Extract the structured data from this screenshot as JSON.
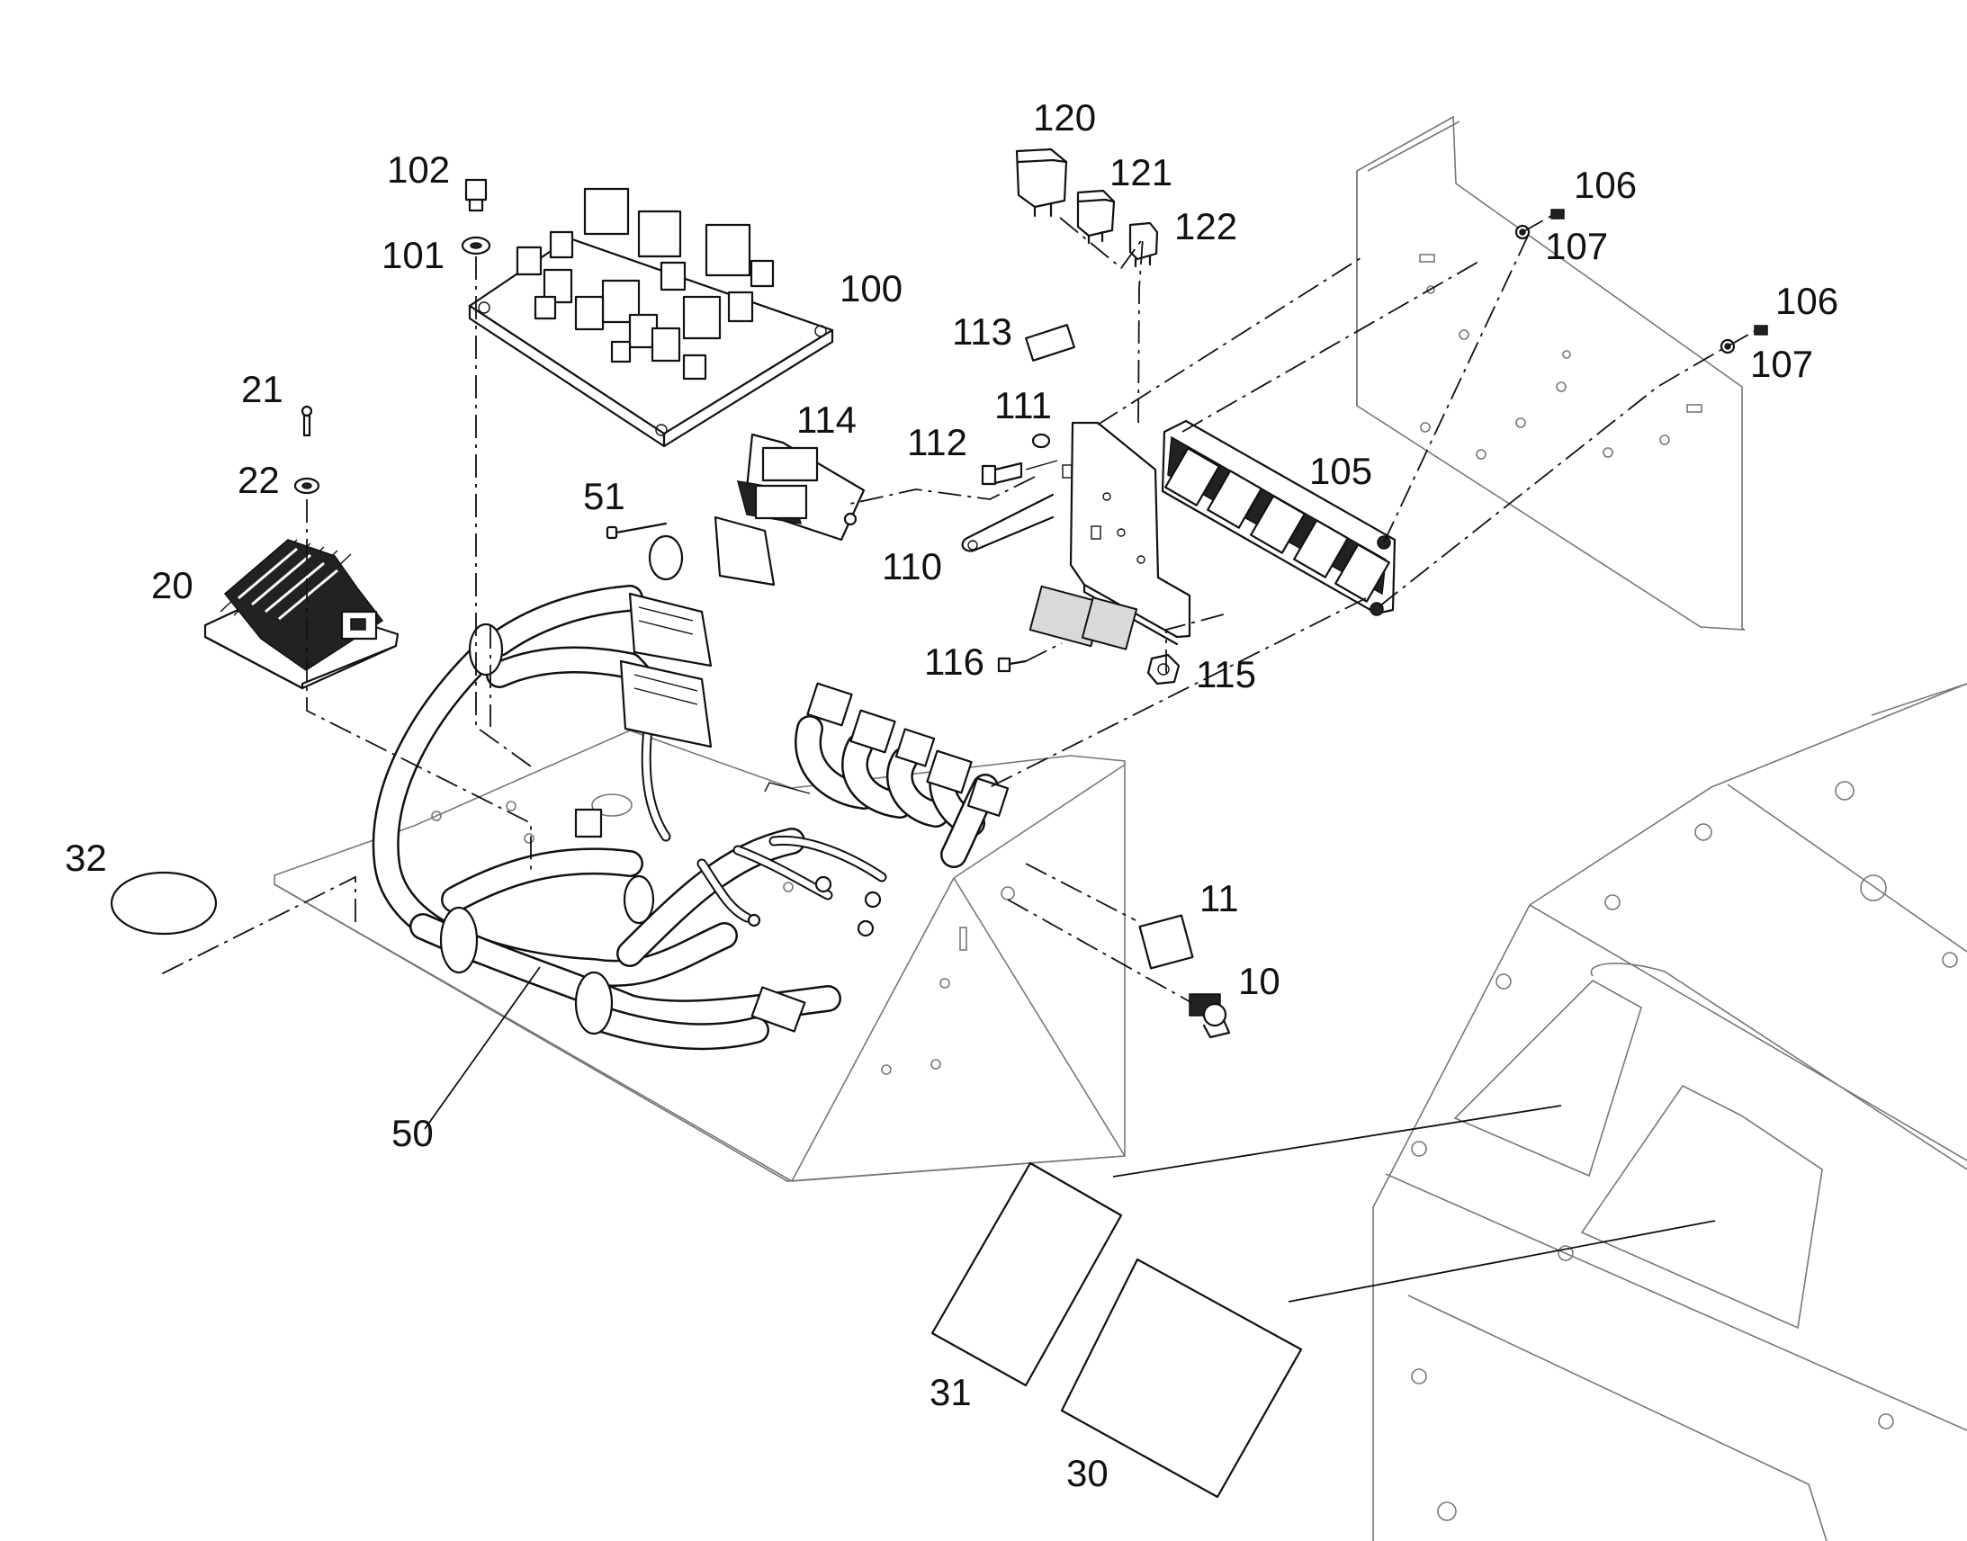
{
  "callouts": {
    "c10": "10",
    "c11": "11",
    "c20": "20",
    "c21": "21",
    "c22": "22",
    "c30": "30",
    "c31": "31",
    "c32": "32",
    "c50": "50",
    "c51": "51",
    "c100": "100",
    "c101": "101",
    "c102": "102",
    "c105": "105",
    "c106a": "106",
    "c106b": "106",
    "c107a": "107",
    "c107b": "107",
    "c110": "110",
    "c111": "111",
    "c112": "112",
    "c113": "113",
    "c114": "114",
    "c115": "115",
    "c116": "116",
    "c120": "120",
    "c121": "121",
    "c122": "122"
  }
}
